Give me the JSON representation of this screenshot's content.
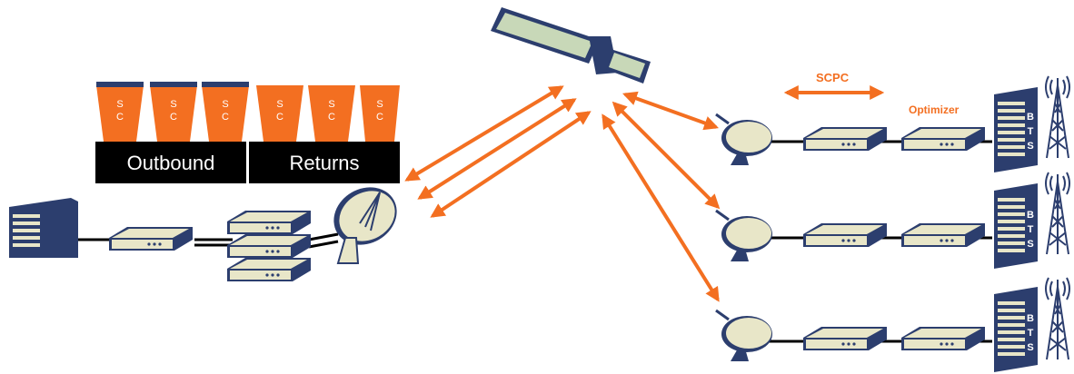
{
  "hub": {
    "sc_letters": [
      "S",
      "C"
    ],
    "outbound_label": "Outbound",
    "returns_label": "Returns"
  },
  "remote": {
    "scpc_label": "SCPC",
    "optimizer_label": "Optimizer",
    "bts_letters": [
      "B",
      "T",
      "S"
    ]
  },
  "colors": {
    "orange": "#f36f21",
    "navy": "#2c3e6e",
    "device_face": "#e8e6c8",
    "black": "#000000"
  },
  "icons": [
    "server-icon",
    "modem-icon",
    "stacked-modems-icon",
    "hub-dish-icon",
    "satellite-icon",
    "remote-dish-icon",
    "building-icon",
    "bts-tower-icon"
  ]
}
